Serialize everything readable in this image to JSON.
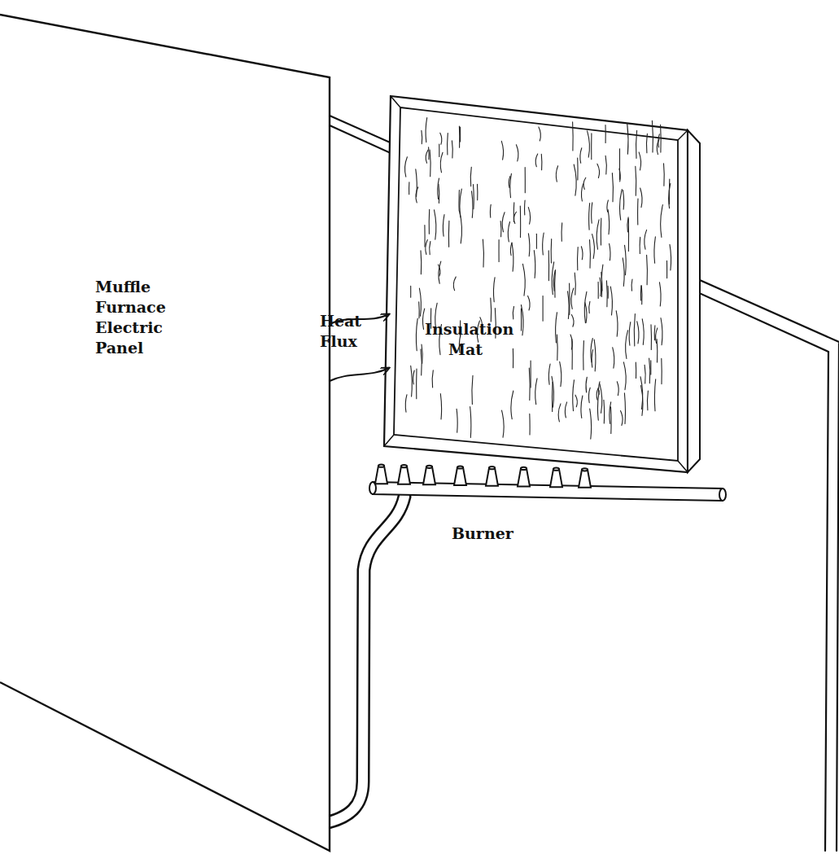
{
  "diagram": {
    "nodes": [
      {
        "text": [
          "Muffle Furnace Electric Panel"
        ]
      },
      {
        "text": [
          "Insulation Mat"
        ]
      }
    ],
    "edges": [
      {
        "from": 0,
        "to": 1,
        "arrow": "to",
        "label": "Heat Flux"
      },
      {
        "from": 0,
        "to": 1,
        "arrow": "to"
      }
    ],
    "labels": [
      "Burner"
    ]
  }
}
